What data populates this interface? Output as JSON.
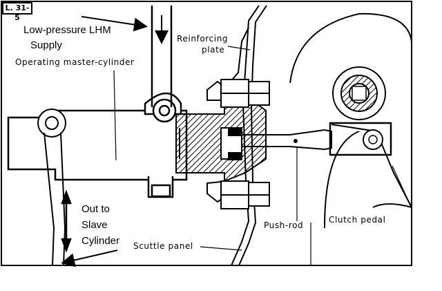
{
  "figure_ref": "L. 31-5",
  "labels": {
    "low_pressure_line1": "Low-pressure LHM",
    "low_pressure_line2": "Supply",
    "operating_master_cylinder": "Operating master-cylinder",
    "reinforcing_plate_line1": "Reinforcing",
    "reinforcing_plate_line2": "plate",
    "out_line1": "Out to",
    "out_line2": "Slave",
    "out_line3": "Cylinder",
    "scuttle_panel": "Scuttle panel",
    "push_rod": "Push-rod",
    "clutch_pedal": "Clutch pedal"
  },
  "colors": {
    "ink": "#000000",
    "paper": "#ffffff"
  }
}
